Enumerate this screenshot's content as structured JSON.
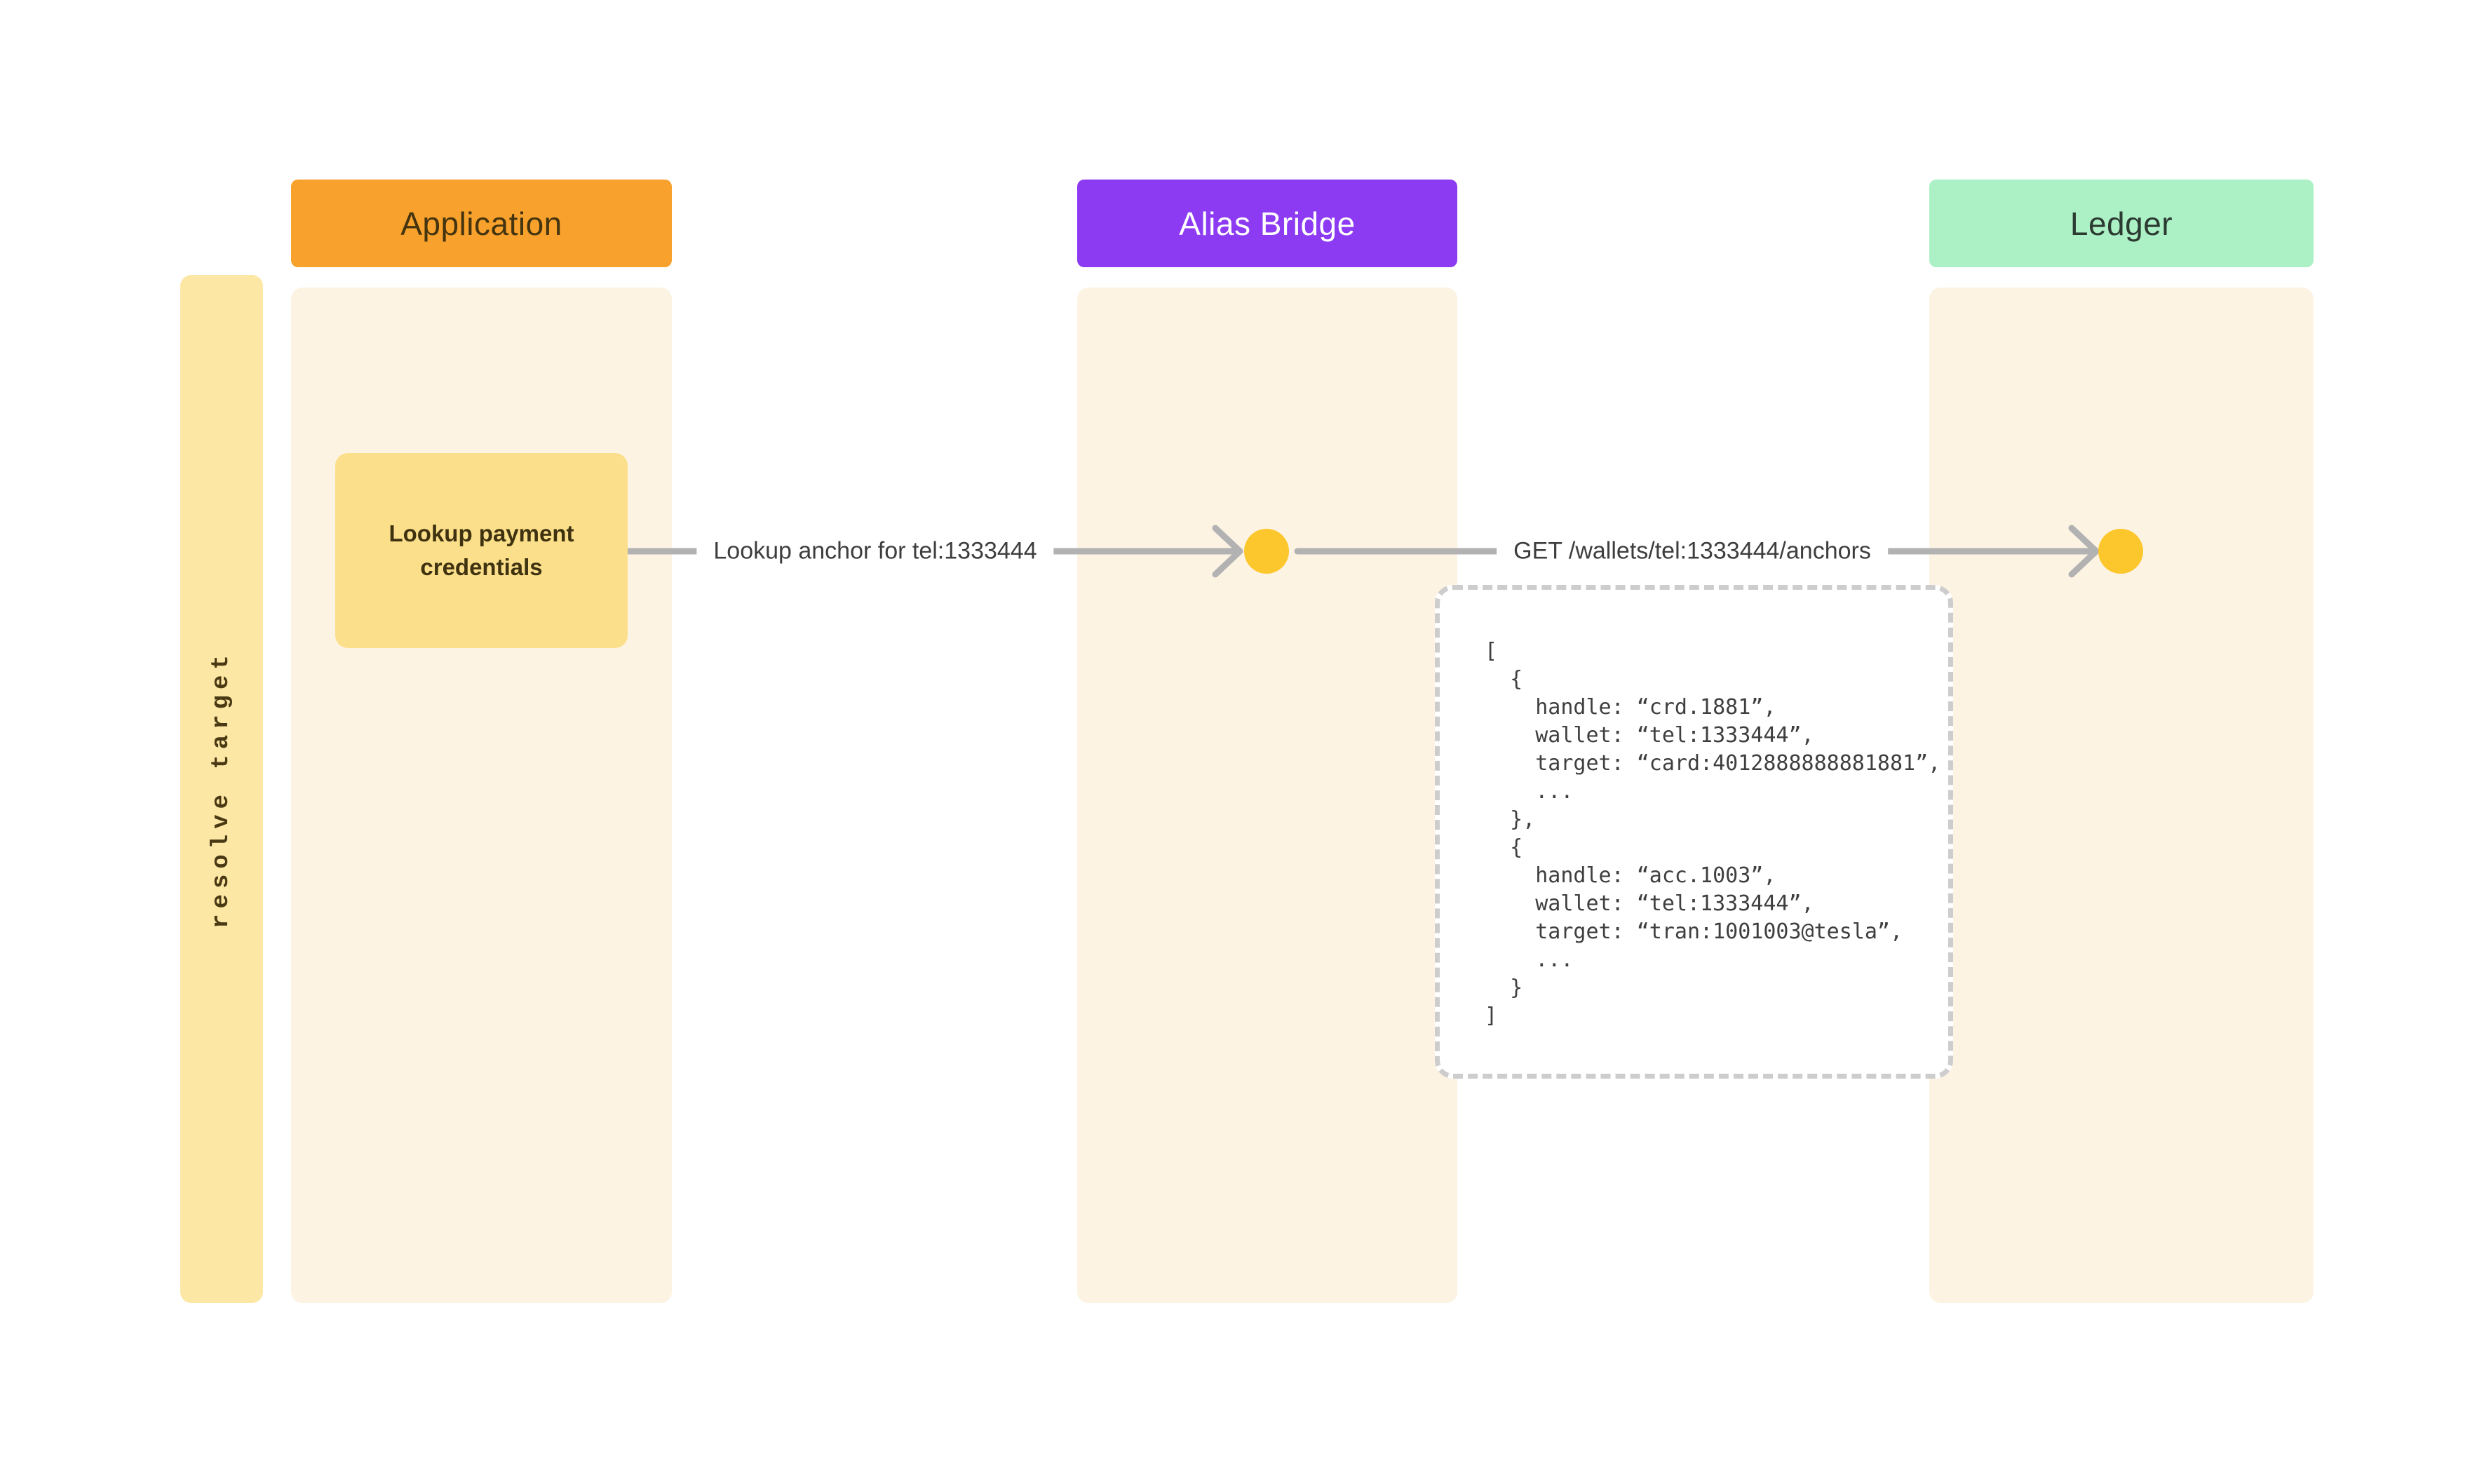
{
  "diagram": {
    "phase": {
      "label": "resolve target"
    },
    "lanes": [
      {
        "name": "Application"
      },
      {
        "name": "Alias Bridge"
      },
      {
        "name": "Ledger"
      }
    ],
    "task": {
      "label": "Lookup payment credentials"
    },
    "messages": [
      {
        "label": "Lookup anchor for tel:1333444",
        "from": "Application",
        "to": "Alias Bridge"
      },
      {
        "label": "GET /wallets/tel:1333444/anchors",
        "from": "Alias Bridge",
        "to": "Ledger"
      }
    ],
    "response_payload": "[\n  {\n    handle: “crd.1881”,\n    wallet: “tel:1333444”,\n    target: “card:4012888888881881”,\n    ...\n  },\n  {\n    handle: “acc.1003”,\n    wallet: “tel:1333444”,\n    target: “tran:1001003@tesla”,\n    ...\n  }\n]",
    "colors": {
      "application_header": "#F8A12C",
      "alias_bridge_header": "#8C3BF3",
      "ledger_header": "#ACF0C6",
      "lane_background": "#FDF3E3",
      "phase_bar_background": "#FCE7A5",
      "task_background": "#FBDF8A",
      "node_dot": "#FCC72D",
      "arrow_line": "#B2B2B2"
    }
  }
}
